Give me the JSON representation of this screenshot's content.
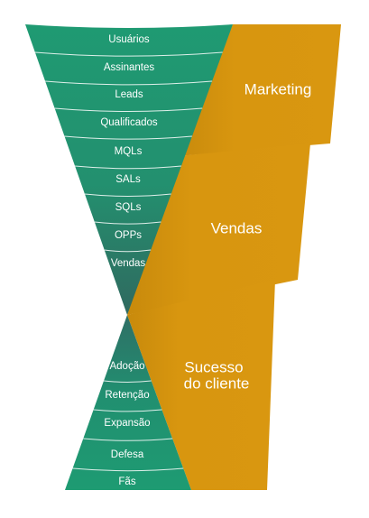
{
  "funnel_top": {
    "stages": [
      "Usuários",
      "Assinantes",
      "Leads",
      "Qualificados",
      "MQLs",
      "SALs",
      "SQLs",
      "OPPs",
      "Vendas"
    ]
  },
  "funnel_bottom": {
    "stages": [
      "Adoção",
      "Retenção",
      "Expansão",
      "Defesa",
      "Fãs"
    ]
  },
  "bands": {
    "marketing": "Marketing",
    "vendas": "Vendas",
    "sucesso_line1": "Sucesso",
    "sucesso_line2": "do cliente"
  },
  "colors": {
    "green_light": "#1f9a72",
    "green_dark": "#2f6f66",
    "orange": "#d69410",
    "orange_dark": "#b97d08",
    "separator": "#ffffff"
  }
}
